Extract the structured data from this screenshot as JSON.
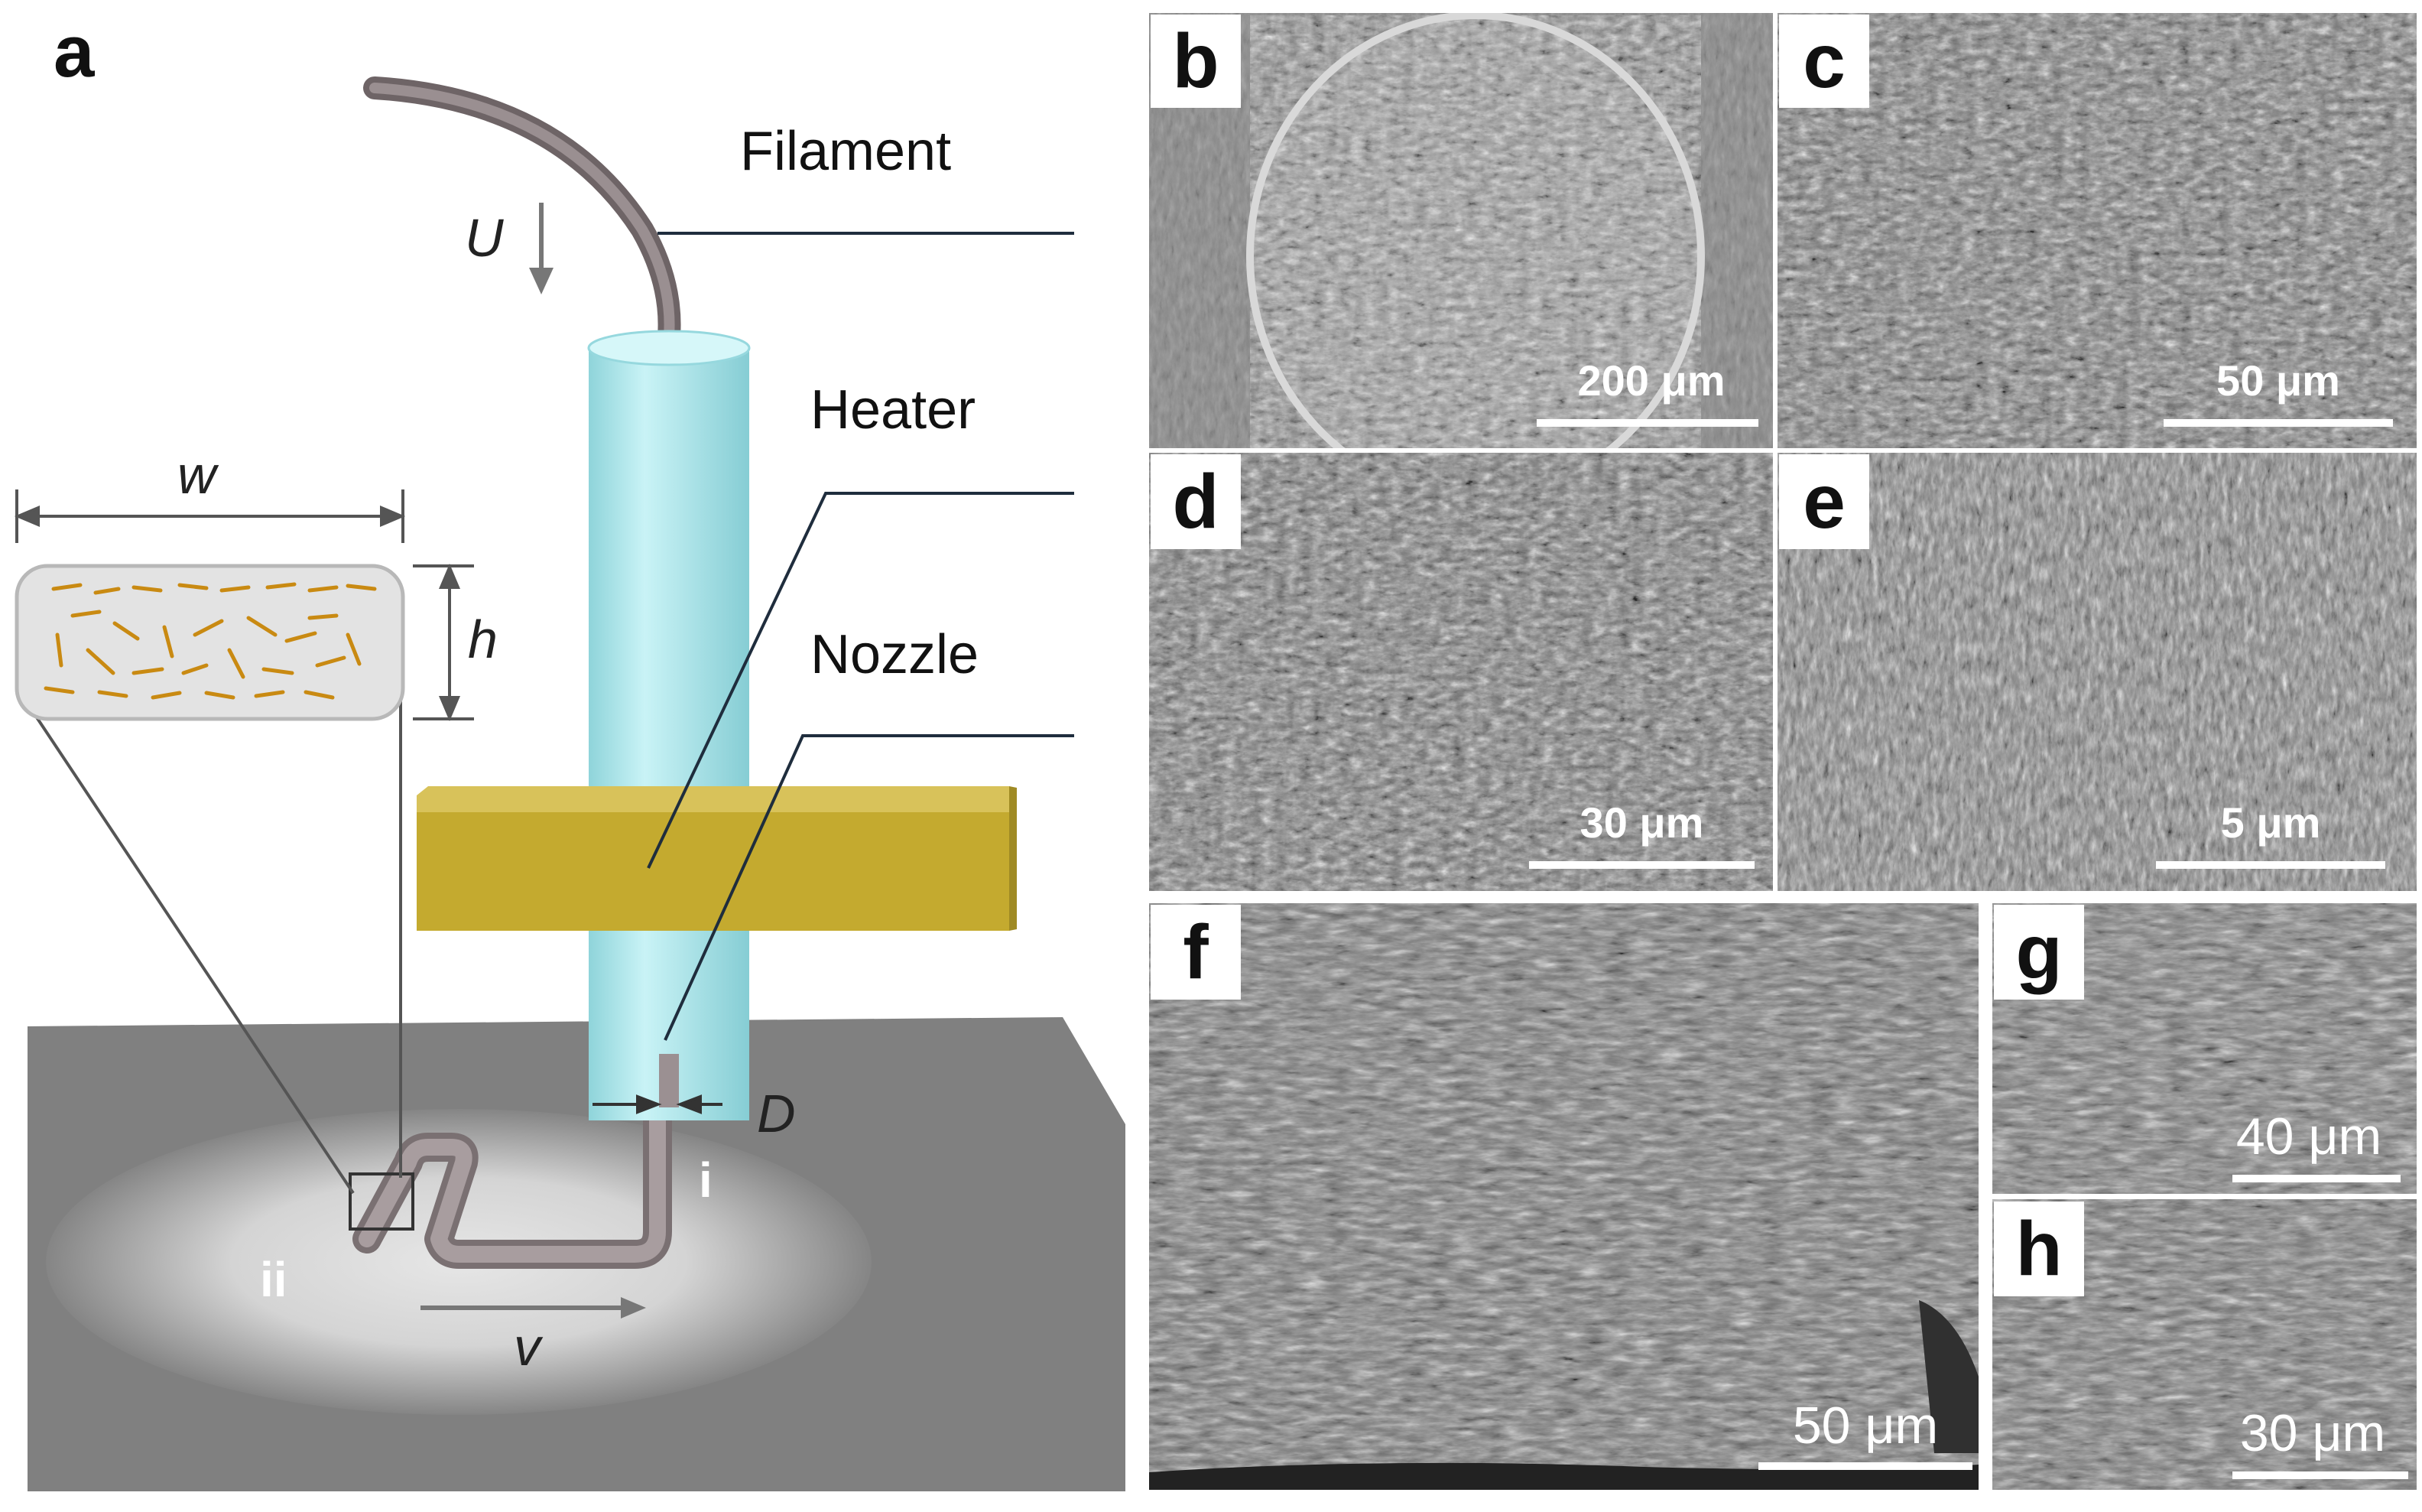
{
  "panel_a": {
    "label": "a",
    "filament_label": "Filament",
    "heater_label": "Heater",
    "nozzle_label": "Nozzle",
    "feed_symbol": "U",
    "width_symbol": "w",
    "height_symbol": "h",
    "diameter_symbol": "D",
    "speed_symbol": "v",
    "marker_i": "i",
    "marker_ii": "ii"
  },
  "sem_panels": [
    {
      "label": "b",
      "scale": "200 μm"
    },
    {
      "label": "c",
      "scale": "50 μm"
    },
    {
      "label": "d",
      "scale": "30 μm"
    },
    {
      "label": "e",
      "scale": "5 μm"
    },
    {
      "label": "f",
      "scale": "50 μm"
    },
    {
      "label": "g",
      "scale": "40 μm"
    },
    {
      "label": "h",
      "scale": "30 μm"
    }
  ],
  "colors": {
    "filament": "#8e8384",
    "nozzle_body": "#a8e6ea",
    "heater_block": "#cbb13a",
    "platform": "#808080",
    "platform_glow": "#d9d9d9",
    "fibers": "#c98a12",
    "leader_lines": "#1f2d3d",
    "sem_gray": "#7a7a7a"
  }
}
